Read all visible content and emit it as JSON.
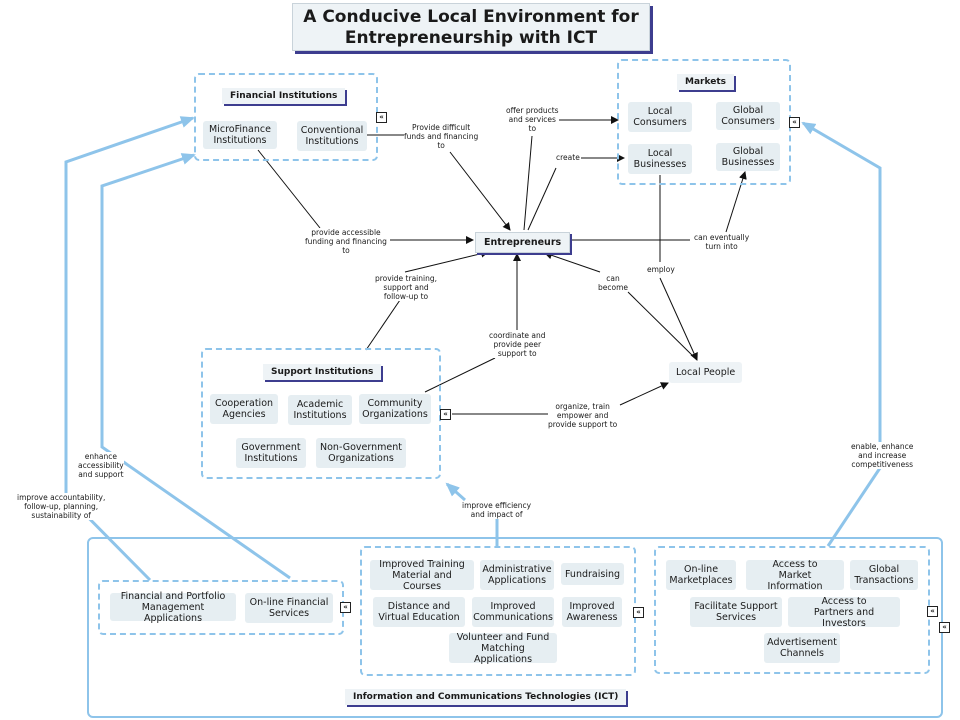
{
  "title": "A Conducive Local Environment for\nEntrepreneurship with ICT",
  "central": "Entrepreneurs",
  "local_people": "Local People",
  "financial": {
    "header": "Financial Institutions",
    "nodes": [
      "MicroFinance\nInstitutions",
      "Conventional\nInstitutions"
    ]
  },
  "markets": {
    "header": "Markets",
    "nodes": [
      "Local\nConsumers",
      "Global\nConsumers",
      "Local\nBusinesses",
      "Global\nBusinesses"
    ]
  },
  "support": {
    "header": "Support Institutions",
    "nodes": [
      "Cooperation\nAgencies",
      "Academic\nInstitutions",
      "Community\nOrganizations",
      "Government\nInstitutions",
      "Non-Government\nOrganizations"
    ]
  },
  "ict": {
    "header": "Information and Communications Technologies (ICT)",
    "finance_nodes": [
      "Financial and Portfolio\nManagement Applications",
      "On-line Financial\nServices"
    ],
    "training_nodes": [
      "Improved Training\nMaterial and Courses",
      "Administrative\nApplications",
      "Fundraising",
      "Distance and\nVirtual Education",
      "Improved\nCommunications",
      "Improved\nAwareness",
      "Volunteer and Fund\nMatching Applications"
    ],
    "market_nodes": [
      "On-line\nMarketplaces",
      "Access to\nMarket Information",
      "Global\nTransactions",
      "Facilitate Support\nServices",
      "Access to\nPartners and Investors",
      "Advertisement\nChannels"
    ]
  },
  "links": {
    "provide_difficult": "Provide difficult\nfunds and financing\nto",
    "offer_products": "offer products\nand services\nto",
    "create": "create",
    "provide_accessible": "provide accessible\nfunding and financing\nto",
    "can_eventually": "can eventually\nturn into",
    "employ": "employ",
    "can_become": "can\nbecome",
    "provide_training": "provide training,\nsupport and\nfollow-up to",
    "coordinate": "coordinate and\nprovide peer\nsupport to",
    "organize": "organize, train\nempower and\nprovide support to",
    "enhance_accessibility": "enhance\naccessibility\nand support",
    "improve_accountability": "improve accountability,\nfollow-up, planning,\nsustainability of",
    "improve_efficiency": "improve efficiency\nand impact of",
    "enable_enhance": "enable, enhance\nand increase\ncompetitiveness"
  },
  "expand_glyph": "«",
  "colors": {
    "arrow_blue": "#8ec4ea",
    "header_shadow": "#3d3d8f",
    "node_bg": "#e6eef2"
  }
}
